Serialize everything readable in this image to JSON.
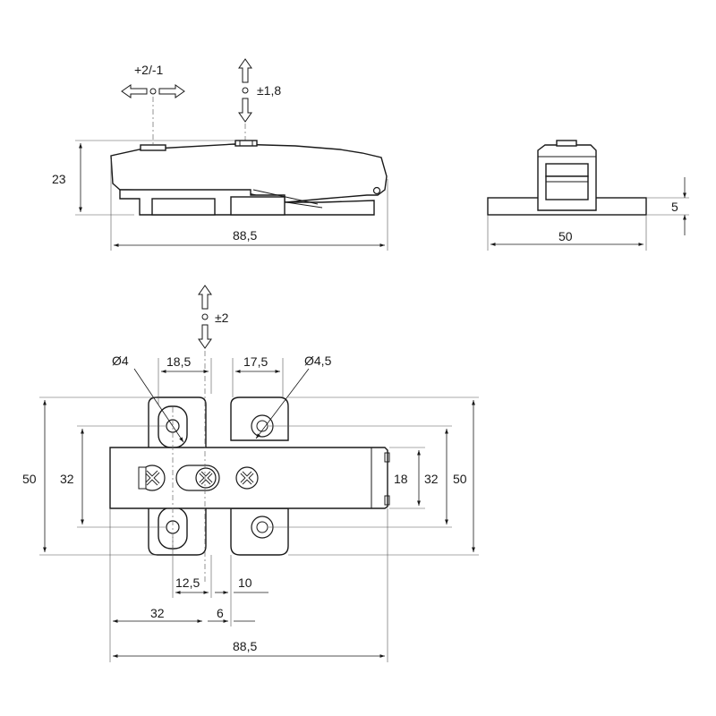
{
  "drawing": {
    "side_view": {
      "adjust_horizontal": "+2/-1",
      "adjust_vertical": "±1,8",
      "height": "23",
      "length": "88,5"
    },
    "front_view": {
      "thickness": "5",
      "width": "50"
    },
    "top_view": {
      "adjust_depth": "±2",
      "hole_left_diameter": "Ø4",
      "hole_right_diameter": "Ø4,5",
      "offset_left": "18,5",
      "offset_right": "17,5",
      "overall_height_left": "50",
      "hole_spacing_left": "32",
      "body_height": "18",
      "hole_spacing_right": "32",
      "overall_height_right": "50",
      "slot_offset": "12,5",
      "plate_offset": "10",
      "base_offset": "32",
      "gap": "6",
      "overall_length": "88,5"
    }
  }
}
